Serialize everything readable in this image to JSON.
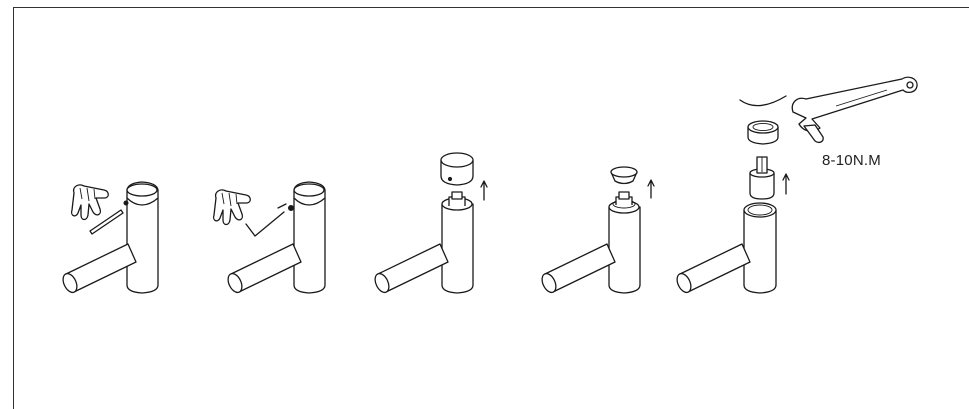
{
  "diagram": {
    "torque_label": "8-10N.M",
    "steps": [
      {
        "id": "step-1",
        "icons": [
          "hand-icon",
          "hex-key-icon",
          "faucet-icon"
        ]
      },
      {
        "id": "step-2",
        "icons": [
          "hand-icon",
          "hex-key-icon",
          "faucet-icon"
        ]
      },
      {
        "id": "step-3",
        "icons": [
          "handle-cap-icon",
          "arrow-up-icon",
          "faucet-icon"
        ]
      },
      {
        "id": "step-4",
        "icons": [
          "ring-cover-icon",
          "arrow-up-icon",
          "faucet-icon"
        ]
      },
      {
        "id": "step-5",
        "icons": [
          "wrench-icon",
          "nut-icon",
          "cartridge-icon",
          "arrow-up-icon",
          "faucet-icon"
        ]
      }
    ],
    "line_color": "#1a1a1a",
    "background": "#ffffff"
  }
}
